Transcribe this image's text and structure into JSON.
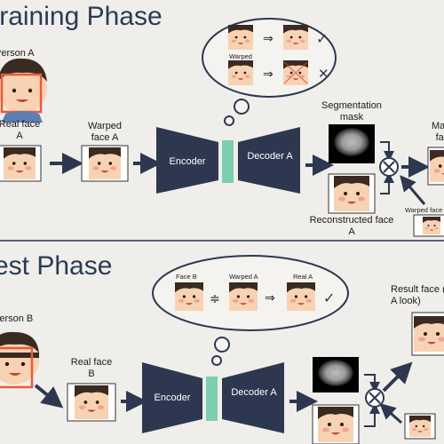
{
  "training": {
    "title": "Training Phase",
    "person_label": "Person A",
    "real_face_label": "Real face A",
    "warped_face_label": "Warped face A",
    "encoder_label": "Encoder",
    "decoder_label": "Decoder A",
    "seg_mask_label": "Segmentation mask",
    "reconstructed_label": "Reconstructed face A",
    "masked_label": "Masked face",
    "warped_small_label": "Warped face",
    "bubble_warped_label": "Warped",
    "bubble_good_symbol": "✓",
    "bubble_bad_symbol": "✕"
  },
  "test": {
    "title": "Test Phase",
    "person_label": "Person B",
    "real_face_label": "Real face B",
    "encoder_label": "Encoder",
    "decoder_label": "Decoder A",
    "result_label": "Result face (face A look)",
    "bubble_face_b": "Face B",
    "bubble_warped_a": "Warped A",
    "bubble_real_a": "Real A",
    "bubble_approx_symbol": "≑",
    "bubble_check_symbol": "✓"
  },
  "colors": {
    "network": "#2d3850",
    "bottleneck": "#7ecdb0",
    "skin": "#f7d3b4",
    "hair": "#3b2a22",
    "highlight": "#e85b3a"
  }
}
